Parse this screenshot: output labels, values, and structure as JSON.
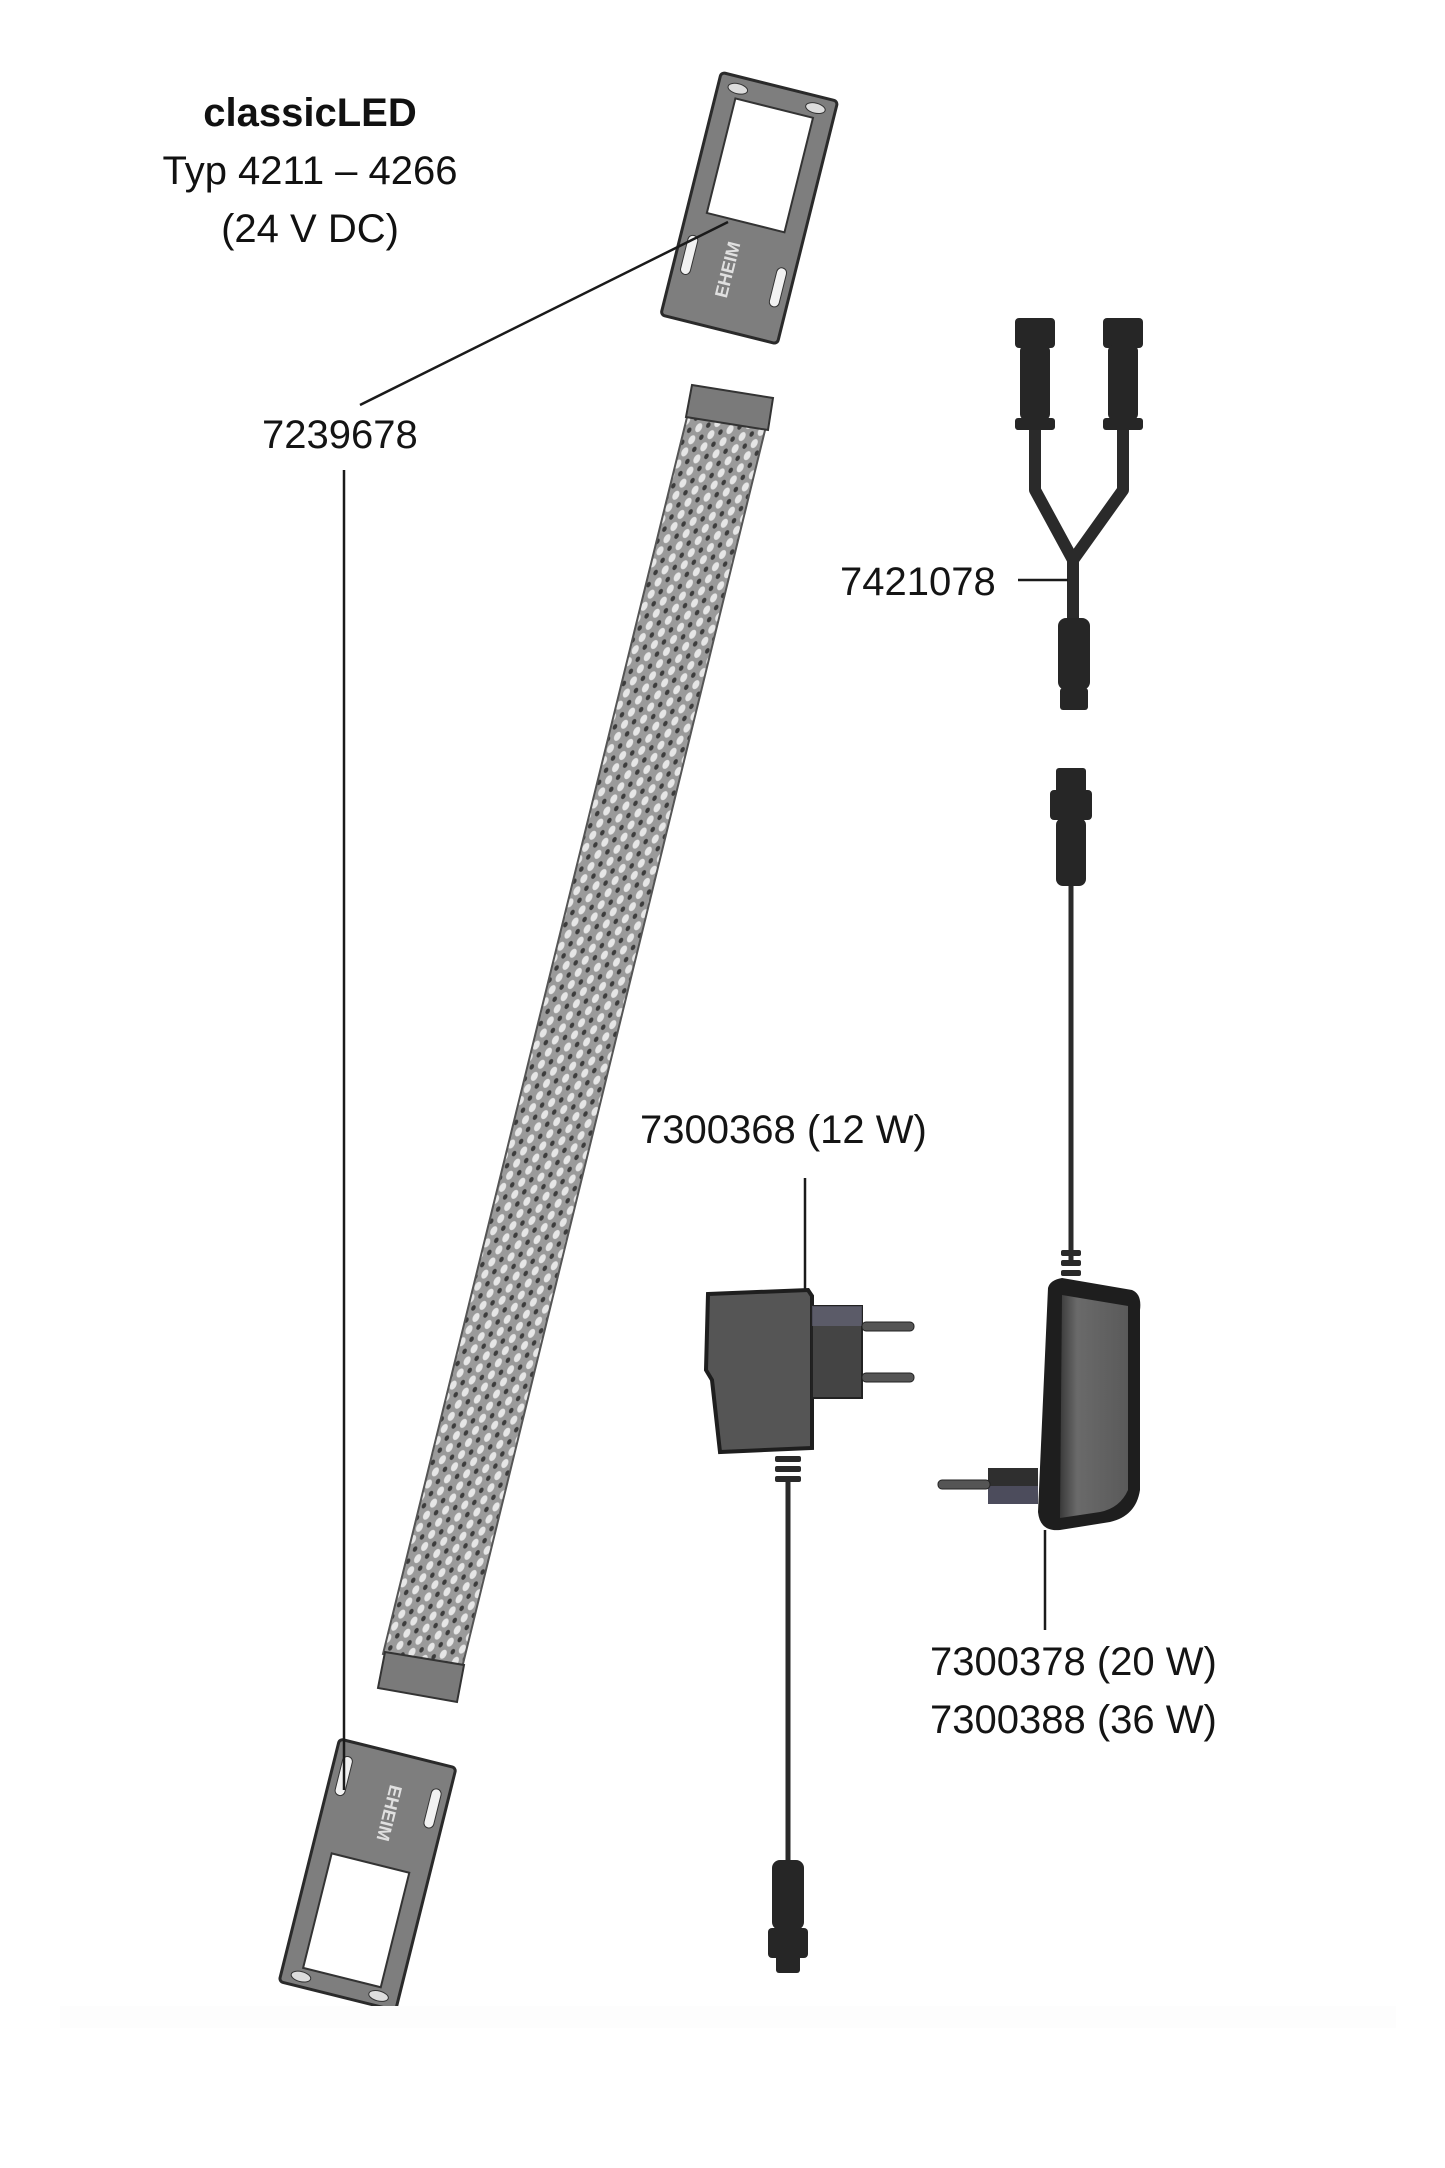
{
  "diagram": {
    "type": "exploded-parts-drawing",
    "title": {
      "product": "classicLED",
      "type_range": "Typ 4211 – 4266",
      "voltage": "(24 V DC)"
    },
    "parts": [
      {
        "id": "end-cap",
        "part_number": "7239678",
        "description": "end cap / mounting clip (top and bottom)",
        "quantity_shown": 2
      },
      {
        "id": "led-tube",
        "part_number": "",
        "description": "LED tube with mesh diffuser"
      },
      {
        "id": "y-splitter-cable",
        "part_number": "7421078",
        "description": "Y-distributor cable with connectors"
      },
      {
        "id": "power-supply-small",
        "part_number": "7300368",
        "rating": "(12 W)",
        "label": "7300368 (12 W)"
      },
      {
        "id": "power-supply-large",
        "part_numbers": [
          "7300378",
          "7300388"
        ],
        "ratings": [
          "(20 W)",
          "(36 W)"
        ],
        "labels": [
          "7300378 (20 W)",
          "7300388 (36 W)"
        ]
      }
    ],
    "colors": {
      "background": "#ffffff",
      "text": "#141414",
      "leader_line": "#1a1a1a",
      "plastic_dark": "#2a2a2a",
      "housing_gray": "#5a5a5a",
      "housing_light": "#777777",
      "clip_gray": "#808080",
      "mesh_gray": "#8a8a8a"
    }
  }
}
